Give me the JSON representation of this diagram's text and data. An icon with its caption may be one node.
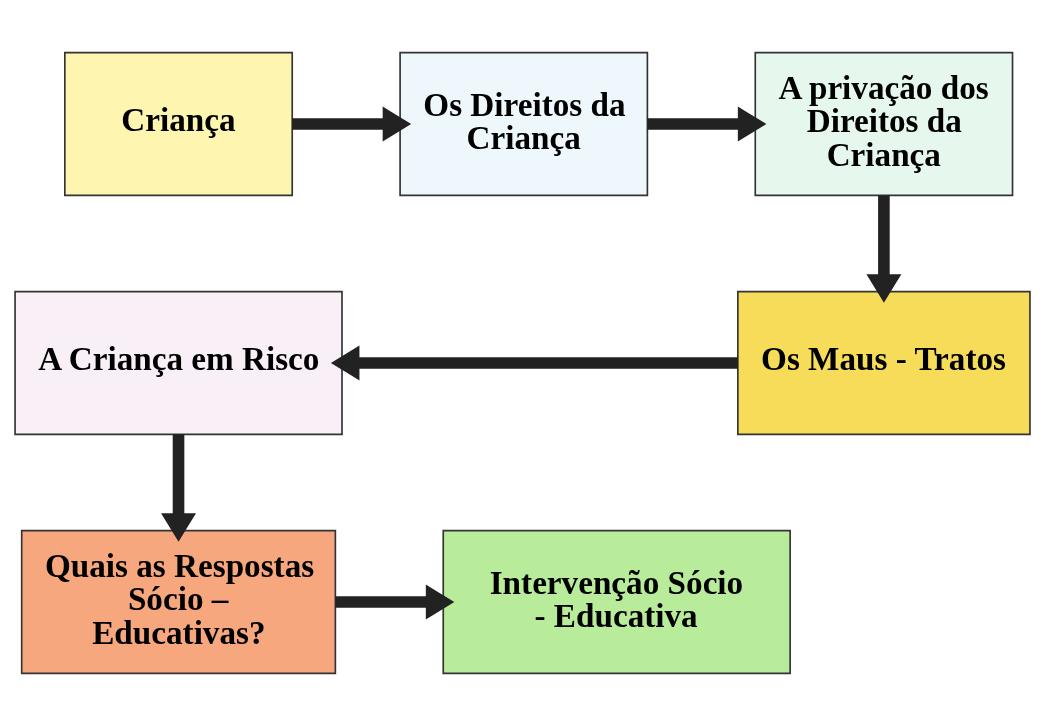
{
  "diagram": {
    "nodes": [
      {
        "text": [
          "Criança"
        ]
      },
      {
        "text": [
          "Os Direitos da Criança"
        ]
      },
      {
        "text": [
          "A privação dos Direitos da Criança"
        ]
      },
      {
        "text": [
          "Os Maus - Tratos"
        ]
      },
      {
        "text": [
          "A Criança em Risco"
        ]
      },
      {
        "text": [
          "Quais as Respostas Sócio – Educativas?"
        ]
      },
      {
        "text": [
          "Intervenção Sócio - Educativa"
        ]
      }
    ],
    "edges": [
      {
        "from": 0,
        "to": 1,
        "arrow": "to"
      },
      {
        "from": 1,
        "to": 2,
        "arrow": "to"
      },
      {
        "from": 2,
        "to": 3,
        "arrow": "to"
      },
      {
        "from": 3,
        "to": 4,
        "arrow": "to"
      },
      {
        "from": 4,
        "to": 5,
        "arrow": "to"
      },
      {
        "from": 5,
        "to": 6,
        "arrow": "to"
      }
    ]
  }
}
